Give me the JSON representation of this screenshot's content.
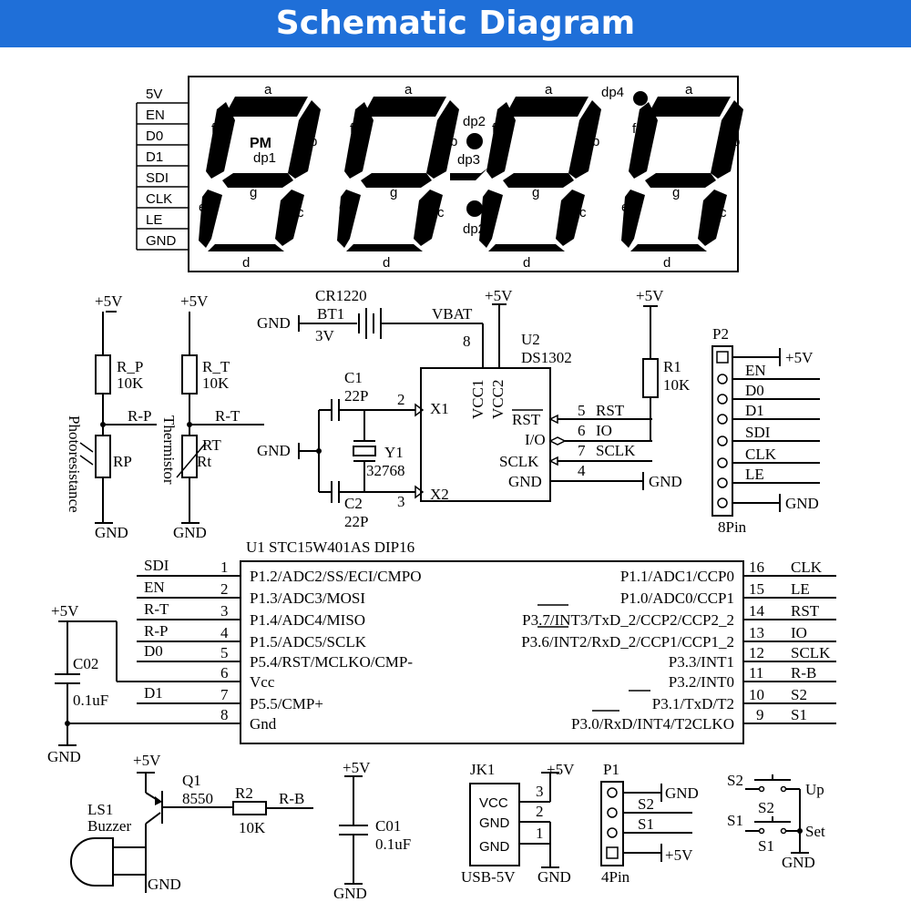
{
  "header": {
    "title": "Schematic Diagram"
  },
  "display": {
    "pins": [
      "5V",
      "EN",
      "D0",
      "D1",
      "SDI",
      "CLK",
      "LE",
      "GND"
    ],
    "seg_labels": {
      "a": "a",
      "b": "b",
      "c": "c",
      "d": "d",
      "e": "e",
      "f": "f",
      "g": "g"
    },
    "pm": "PM",
    "dp1": "dp1",
    "dp2": "dp2",
    "dp3": "dp3",
    "dp4": "dp4"
  },
  "sensors": {
    "vcc": "+5V",
    "gnd": "GND",
    "rp": {
      "name": "R_P",
      "value": "10K",
      "net": "R-P",
      "sensor": "RP",
      "caption": "Photoresistance"
    },
    "rt": {
      "name": "R_T",
      "value": "10K",
      "net": "R-T",
      "sensor": "RT",
      "sensor2": "Rt",
      "caption": "Thermistor"
    }
  },
  "rtc": {
    "battery": "CR1220",
    "bt": "BT1",
    "bt_v": "3V",
    "gnd": "GND",
    "vbat": "VBAT",
    "vcc": "+5V",
    "u2": "U2",
    "chip": "DS1302",
    "c1": "C1",
    "c1v": "22P",
    "c2": "C2",
    "c2v": "22P",
    "y1": "Y1",
    "y1v": "32768",
    "vcc1": "VCC1",
    "vcc2": "VCC2",
    "x1": "X1",
    "x2": "X2",
    "pin_rst": "RST",
    "pin_io": "I/O",
    "pin_sclk": "SCLK",
    "pin_gnd": "GND",
    "n2": "2",
    "n3": "3",
    "n4": "4",
    "n5": "5",
    "n6": "6",
    "n7": "7",
    "n8": "8",
    "net_rst": "RST",
    "net_io": "IO",
    "net_sclk": "SCLK",
    "gnd2": "GND",
    "r1": "R1",
    "r1v": "10K",
    "r1vcc": "+5V"
  },
  "p2": {
    "name": "P2",
    "caption": "8Pin",
    "pins": [
      "+5V",
      "EN",
      "D0",
      "D1",
      "SDI",
      "CLK",
      "LE",
      "GND"
    ]
  },
  "u1": {
    "title": "U1   STC15W401AS   DIP16",
    "left": [
      {
        "num": "1",
        "net": "SDI",
        "fn": "P1.2/ADC2/SS/ECI/CMPO"
      },
      {
        "num": "2",
        "net": "EN",
        "fn": "P1.3/ADC3/MOSI"
      },
      {
        "num": "3",
        "net": "R-T",
        "fn": "P1.4/ADC4/MISO"
      },
      {
        "num": "4",
        "net": "R-P",
        "fn": "P1.5/ADC5/SCLK"
      },
      {
        "num": "5",
        "net": "D0",
        "fn": "P5.4/RST/MCLKO/CMP-"
      },
      {
        "num": "6",
        "net": "",
        "fn": "Vcc"
      },
      {
        "num": "7",
        "net": "D1",
        "fn": "P5.5/CMP+"
      },
      {
        "num": "8",
        "net": "",
        "fn": "Gnd"
      }
    ],
    "right": [
      {
        "num": "16",
        "net": "CLK",
        "fn": "P1.1/ADC1/CCP0"
      },
      {
        "num": "15",
        "net": "LE",
        "fn": "P1.0/ADC0/CCP1"
      },
      {
        "num": "14",
        "net": "RST",
        "fn": "P3.7/INT3/TxD_2/CCP2/CCP2_2"
      },
      {
        "num": "13",
        "net": "IO",
        "fn": "P3.6/INT2/RxD_2/CCP1/CCP1_2"
      },
      {
        "num": "12",
        "net": "SCLK",
        "fn": "P3.3/INT1"
      },
      {
        "num": "11",
        "net": "R-B",
        "fn": "P3.2/INT0"
      },
      {
        "num": "10",
        "net": "S2",
        "fn": "P3.1/TxD/T2"
      },
      {
        "num": "9",
        "net": "S1",
        "fn": "P3.0/RxD/INT4/T2CLKO"
      }
    ],
    "vcc": "+5V",
    "c02": "C02",
    "c02v": "0.1uF",
    "gnd": "GND"
  },
  "buzzer": {
    "vcc": "+5V",
    "q1": "Q1",
    "q1v": "8550",
    "r2": "R2",
    "r2v": "10K",
    "net": "R-B",
    "ls1": "LS1",
    "ls1v": "Buzzer",
    "gnd": "GND"
  },
  "c01": {
    "vcc": "+5V",
    "name": "C01",
    "value": "0.1uF",
    "gnd": "GND"
  },
  "usb": {
    "name": "JK1",
    "pins": [
      "VCC",
      "GND",
      "GND"
    ],
    "nums": [
      "3",
      "2",
      "1"
    ],
    "vcc": "+5V",
    "gnd": "GND",
    "caption": "USB-5V"
  },
  "p1": {
    "name": "P1",
    "pins": [
      "GND",
      "S2",
      "S1",
      "+5V"
    ],
    "caption": "4Pin"
  },
  "switches": {
    "s2": "S2",
    "s1": "S1",
    "up": "Up",
    "set": "Set",
    "gnd": "GND"
  }
}
